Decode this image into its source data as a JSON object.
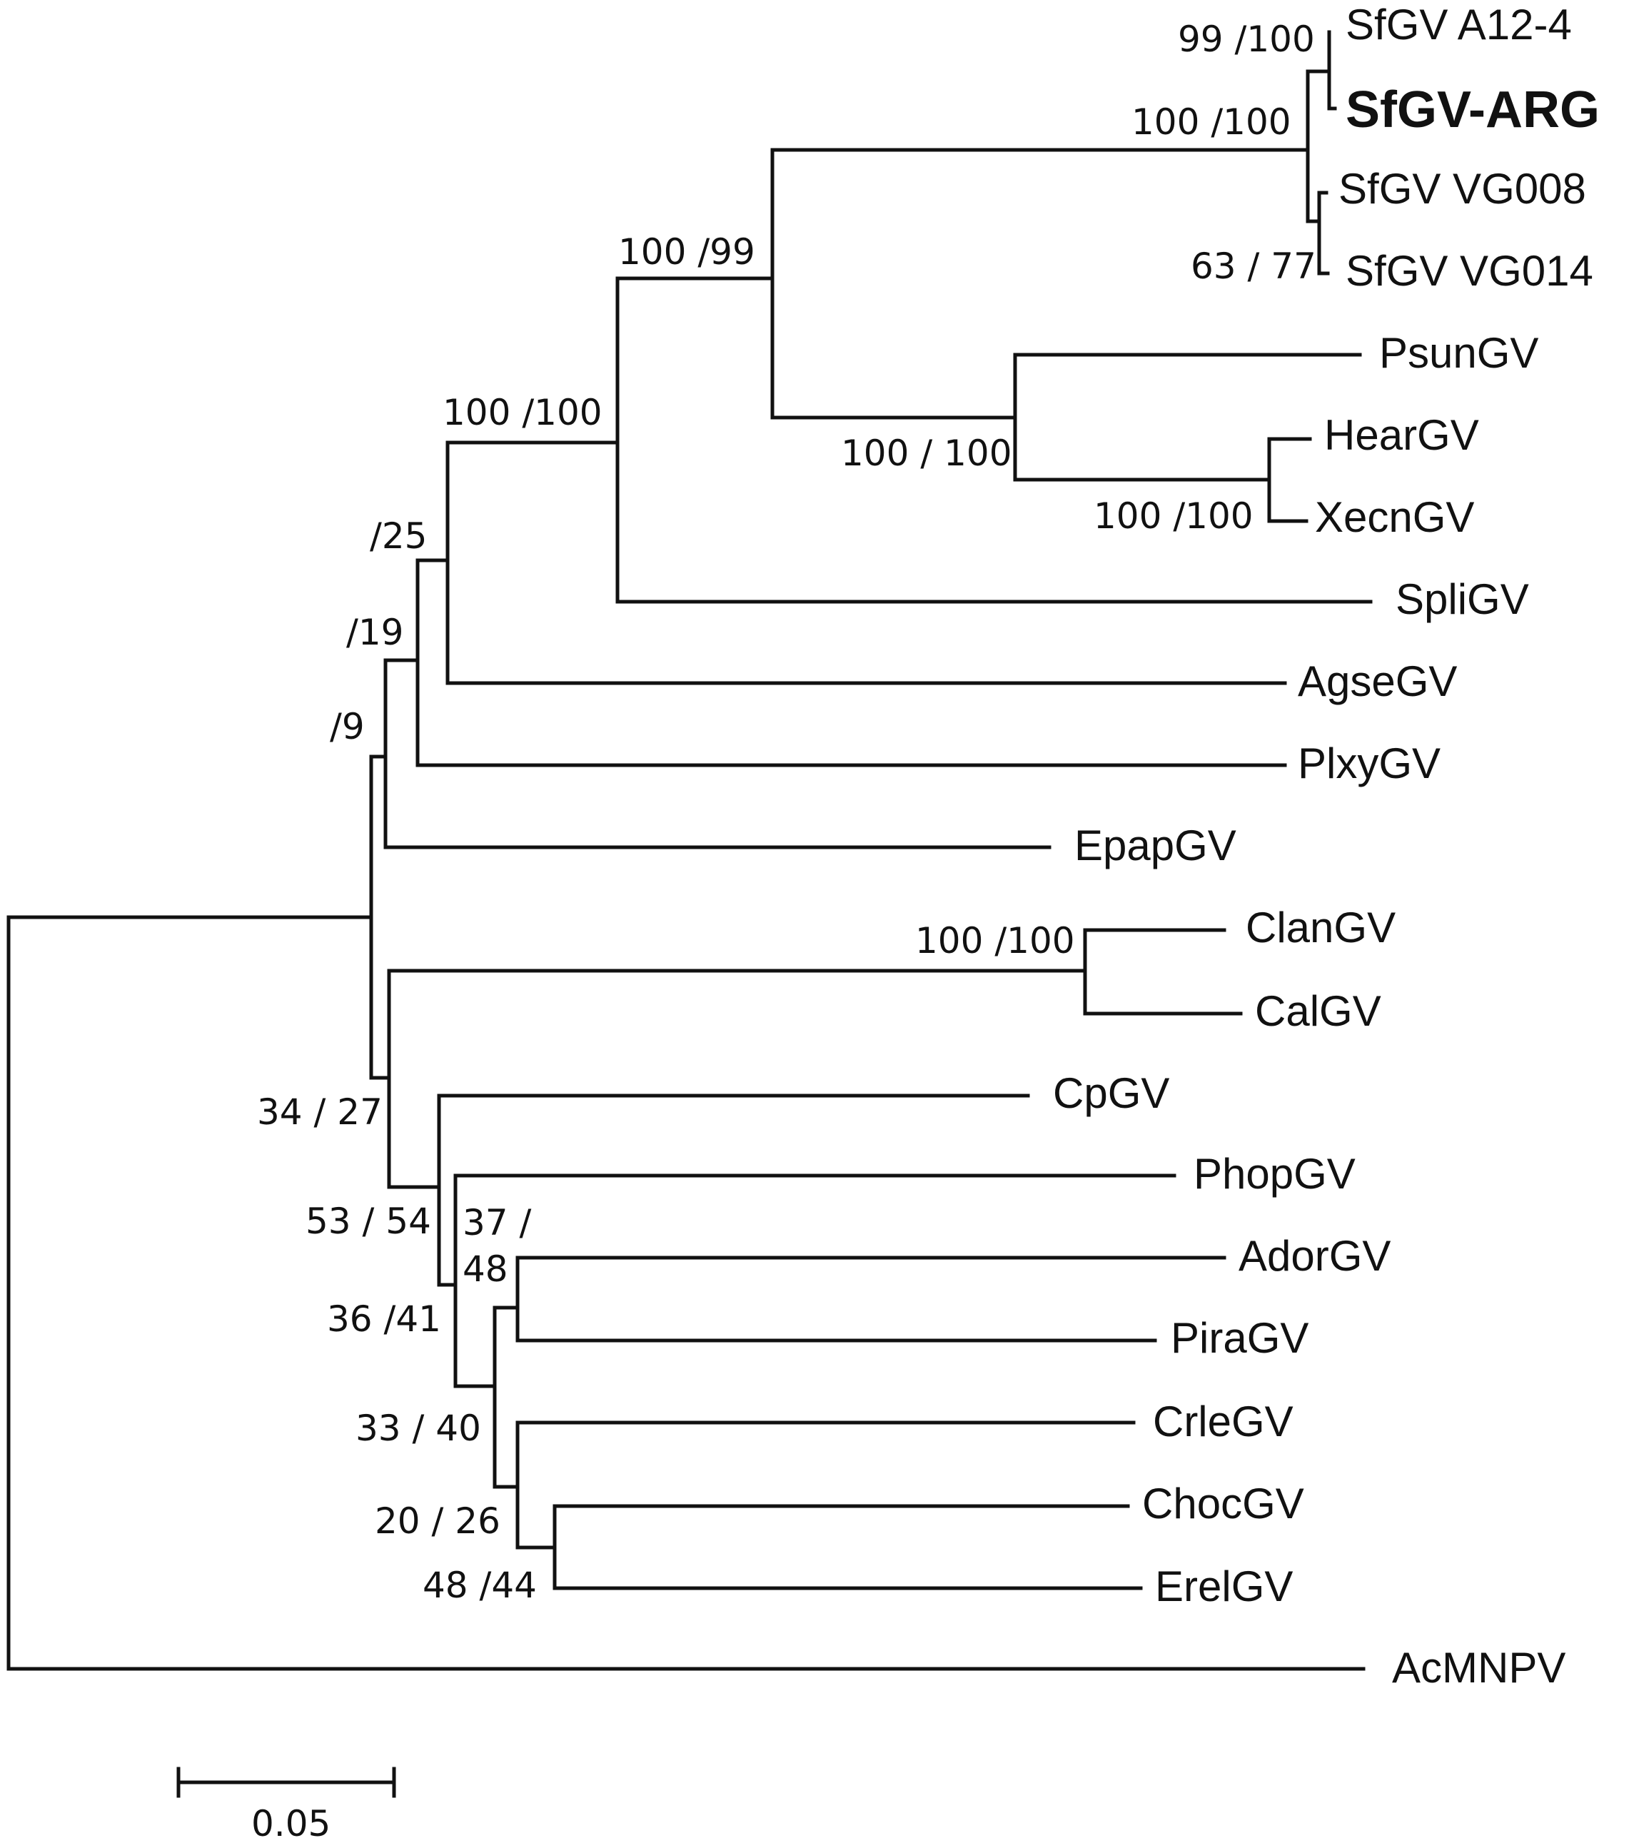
{
  "tree": {
    "taxa": [
      {
        "id": "sfgv_a124",
        "label": "SfGV A12-4"
      },
      {
        "id": "sfgv_arg",
        "label": "SfGV-ARG",
        "highlight": true
      },
      {
        "id": "sfgv_vg008",
        "label": "SfGV VG008"
      },
      {
        "id": "sfgv_vg014",
        "label": "SfGV VG014"
      },
      {
        "id": "psungv",
        "label": "PsunGV"
      },
      {
        "id": "heargv",
        "label": "HearGV"
      },
      {
        "id": "xecngv",
        "label": "XecnGV"
      },
      {
        "id": "spligv",
        "label": "SpliGV"
      },
      {
        "id": "agsegv",
        "label": "AgseGV"
      },
      {
        "id": "plxygv",
        "label": "PlxyGV"
      },
      {
        "id": "epapgv",
        "label": "EpapGV"
      },
      {
        "id": "clangv",
        "label": "ClanGV"
      },
      {
        "id": "calgv",
        "label": "CalGV"
      },
      {
        "id": "cpgv",
        "label": "CpGV"
      },
      {
        "id": "phopgv",
        "label": "PhopGV"
      },
      {
        "id": "adorgv",
        "label": "AdorGV"
      },
      {
        "id": "piragv",
        "label": "PiraGV"
      },
      {
        "id": "crlegv",
        "label": "CrleGV"
      },
      {
        "id": "chocgv",
        "label": "ChocGV"
      },
      {
        "id": "erelgv",
        "label": "ErelGV"
      },
      {
        "id": "acmnpv",
        "label": "AcMNPV"
      }
    ],
    "support_values": [
      {
        "id": "s_a124",
        "label": "99 /100"
      },
      {
        "id": "s_sfgv",
        "label": "100 /100"
      },
      {
        "id": "s_vg",
        "label": "63 / 77"
      },
      {
        "id": "s_sf_psun",
        "label": "100 /99"
      },
      {
        "id": "s_core",
        "label": "100 /100"
      },
      {
        "id": "s_psun",
        "label": "100 / 100"
      },
      {
        "id": "s_hear",
        "label": "100 /100"
      },
      {
        "id": "s_agse",
        "label": "/25"
      },
      {
        "id": "s_plxy",
        "label": "/19"
      },
      {
        "id": "s_epap",
        "label": "/9"
      },
      {
        "id": "s_clan",
        "label": "100 /100"
      },
      {
        "id": "s_base",
        "label": "34 / 27"
      },
      {
        "id": "s_cp",
        "label": "53 / 54"
      },
      {
        "id": "s_phop_a",
        "label": "37 /"
      },
      {
        "id": "s_phop_b",
        "label": "48"
      },
      {
        "id": "s_ador",
        "label": "36 /41"
      },
      {
        "id": "s_crle",
        "label": "33 / 40"
      },
      {
        "id": "s_choc",
        "label": "20 / 26"
      },
      {
        "id": "s_erel",
        "label": "48 /44"
      }
    ],
    "scale_bar": {
      "label": "0.05"
    }
  }
}
